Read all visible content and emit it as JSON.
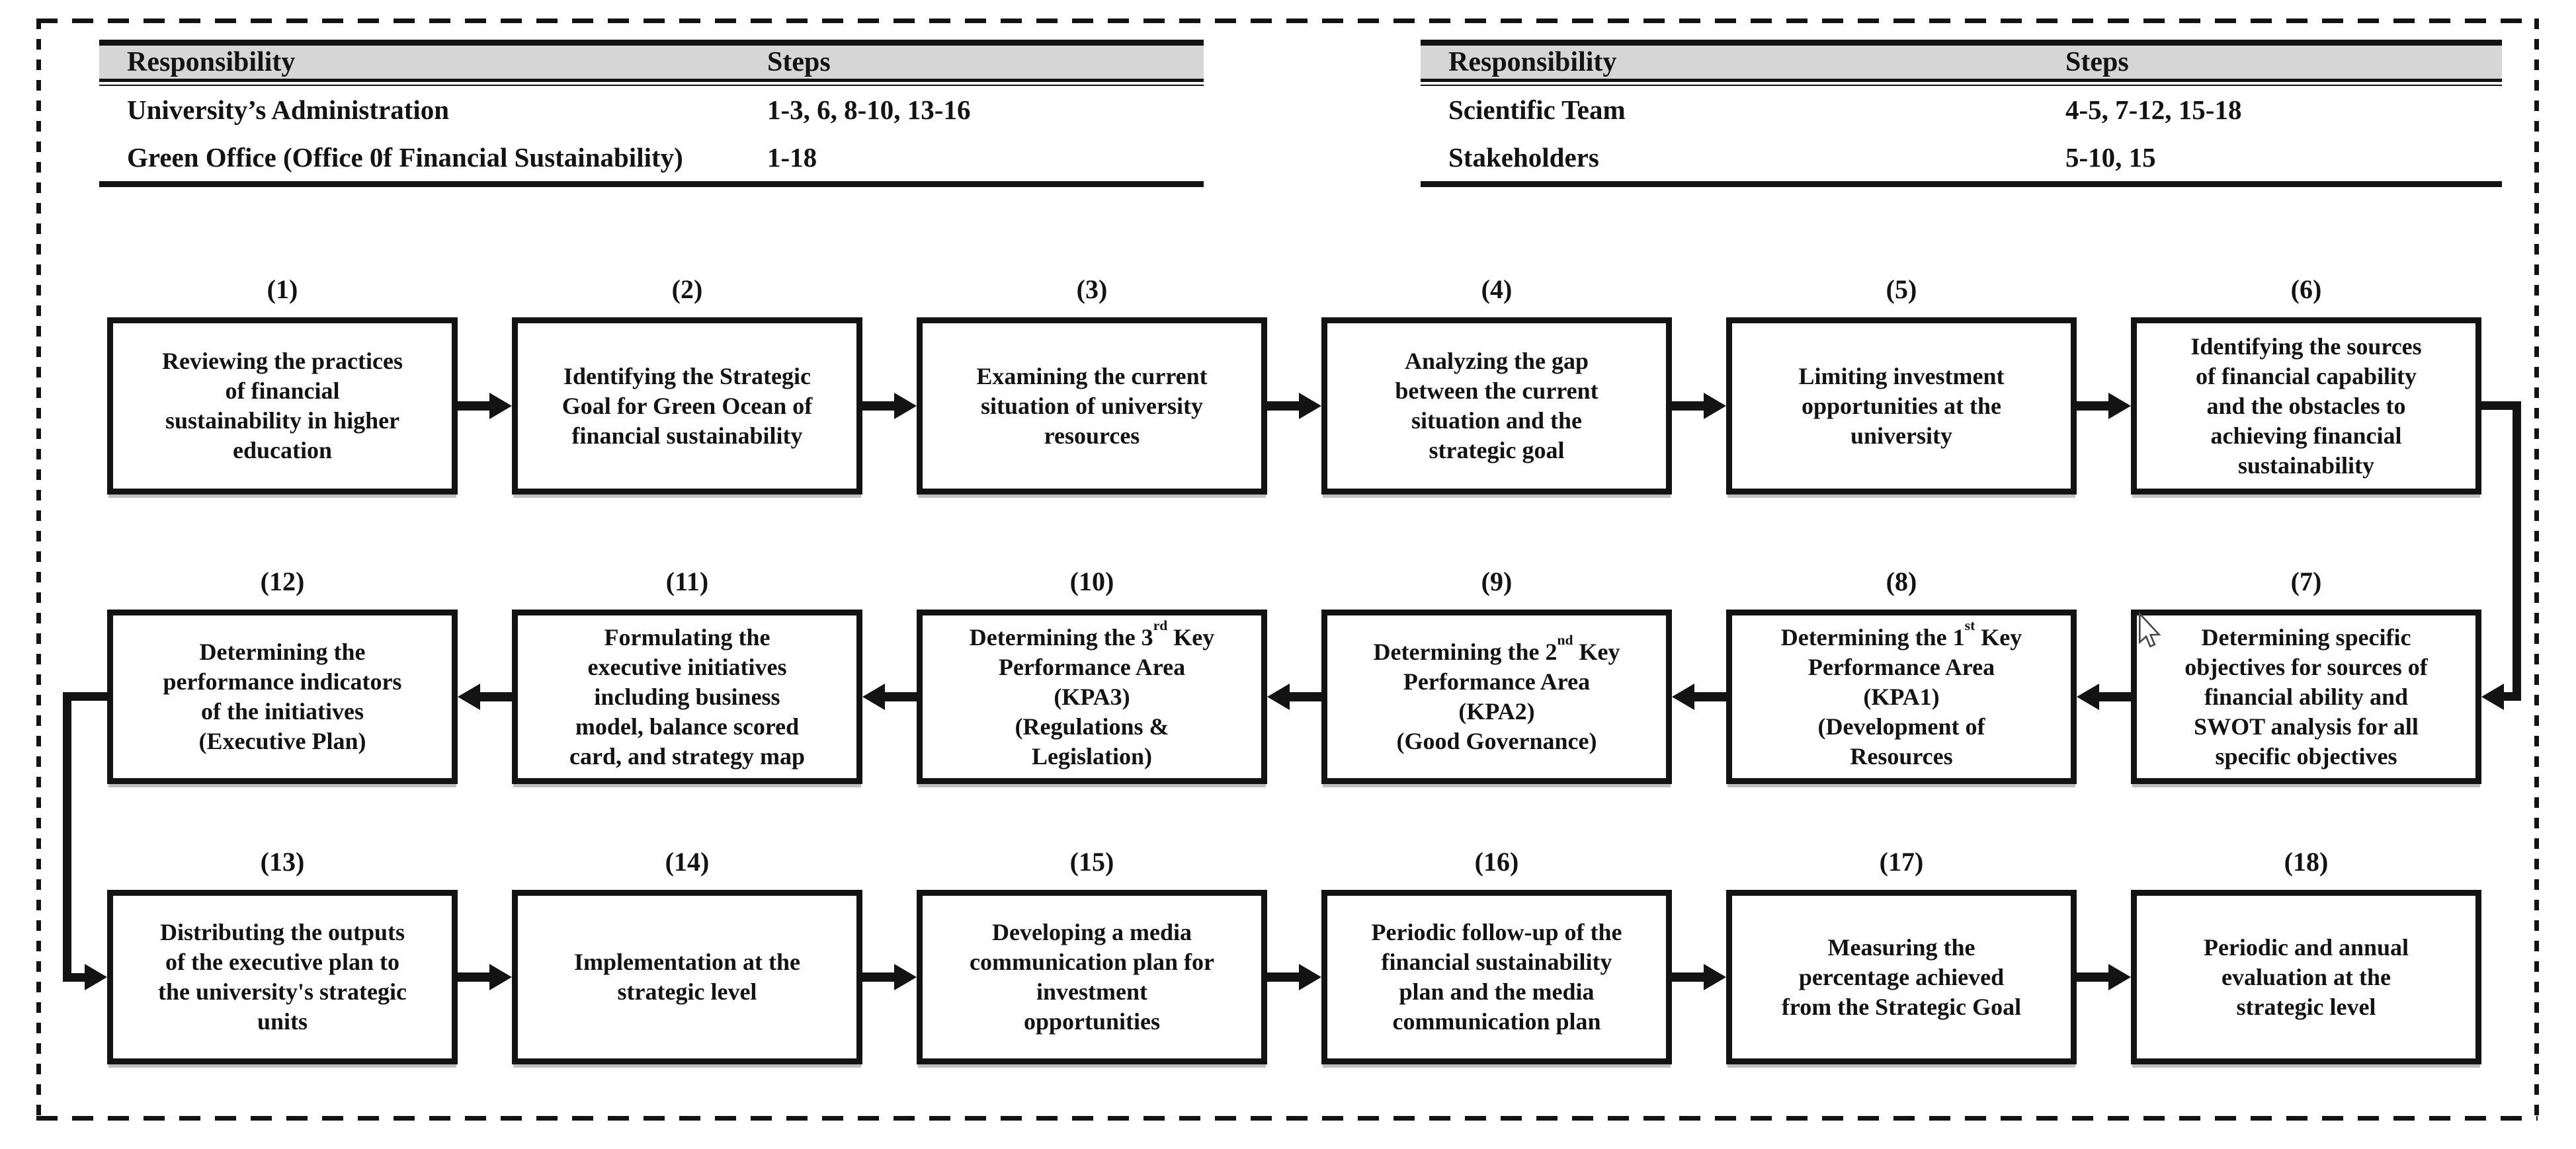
{
  "figure": {
    "colors": {
      "ink": "#131313",
      "header_bg": "#d6d6d6",
      "box_shadow": "#c0c0c0"
    },
    "tables": [
      {
        "id": "left",
        "headers": [
          "Responsibility",
          "Steps"
        ],
        "rows": [
          [
            "University’s Administration",
            "1-3, 6, 8-10, 13-16"
          ],
          [
            "Green Office (Office 0f Financial Sustainability)",
            "1-18"
          ]
        ]
      },
      {
        "id": "right",
        "headers": [
          "Responsibility",
          "Steps"
        ],
        "rows": [
          [
            "Scientific Team",
            "4-5, 7-12, 15-18"
          ],
          [
            "Stakeholders",
            "5-10, 15"
          ]
        ]
      }
    ],
    "flow": {
      "rows": [
        {
          "direction": "right",
          "boxes": [
            {
              "num": "(1)",
              "lines": [
                "Reviewing the practices",
                "of financial",
                "sustainability in higher",
                "education"
              ]
            },
            {
              "num": "(2)",
              "lines": [
                "Identifying the Strategic",
                "Goal for Green Ocean of",
                "financial sustainability"
              ]
            },
            {
              "num": "(3)",
              "lines": [
                "Examining the current",
                "situation of university",
                "resources"
              ]
            },
            {
              "num": "(4)",
              "lines": [
                "Analyzing the gap",
                "between the current",
                "situation and the",
                "strategic goal"
              ]
            },
            {
              "num": "(5)",
              "lines": [
                "Limiting investment",
                "opportunities at the",
                "university"
              ]
            },
            {
              "num": "(6)",
              "lines": [
                "Identifying the sources",
                "of financial capability",
                "and the obstacles to",
                "achieving financial",
                "sustainability"
              ]
            }
          ]
        },
        {
          "direction": "left",
          "boxes": [
            {
              "num": "(12)",
              "lines": [
                "Determining the",
                "performance indicators",
                "of the initiatives",
                "(Executive Plan)"
              ]
            },
            {
              "num": "(11)",
              "lines": [
                "Formulating the",
                "executive initiatives",
                "including business",
                "model, balance scored",
                "card, and strategy map"
              ]
            },
            {
              "num": "(10)",
              "lines": [
                "Determining the 3^rd^ Key",
                "Performance Area",
                "(KPA3)",
                "(Regulations &",
                "Legislation)"
              ]
            },
            {
              "num": "(9)",
              "lines": [
                "Determining the 2^nd^ Key",
                "Performance Area",
                "(KPA2)",
                "(Good Governance)"
              ]
            },
            {
              "num": "(8)",
              "lines": [
                "Determining the 1^st^ Key",
                "Performance Area",
                "(KPA1)",
                "(Development of",
                "Resources"
              ]
            },
            {
              "num": "(7)",
              "lines": [
                "Determining specific",
                "objectives for sources of",
                "financial ability and",
                "SWOT analysis for all",
                "specific objectives"
              ]
            }
          ]
        },
        {
          "direction": "right",
          "boxes": [
            {
              "num": "(13)",
              "lines": [
                "Distributing the outputs",
                "of the executive plan to",
                "the university's strategic",
                "units"
              ]
            },
            {
              "num": "(14)",
              "lines": [
                "Implementation at the",
                "strategic level"
              ]
            },
            {
              "num": "(15)",
              "lines": [
                "Developing a media",
                "communication plan for",
                "investment",
                "opportunities"
              ]
            },
            {
              "num": "(16)",
              "lines": [
                "Periodic follow-up of the",
                "financial sustainability",
                "plan and the media",
                "communication plan"
              ]
            },
            {
              "num": "(17)",
              "lines": [
                "Measuring the",
                "percentage achieved",
                "from the Strategic Goal"
              ]
            },
            {
              "num": "(18)",
              "lines": [
                "Periodic and annual",
                "evaluation at the",
                "strategic level"
              ]
            }
          ]
        }
      ]
    }
  }
}
